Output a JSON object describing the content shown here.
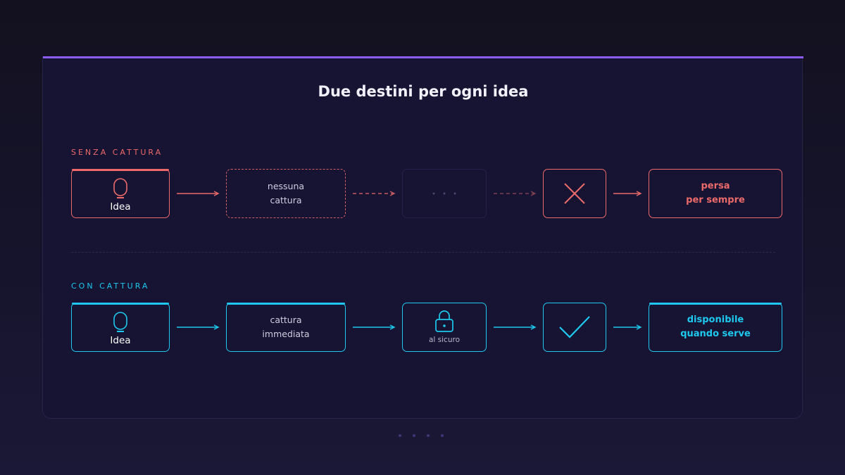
{
  "title": "Due destini per ogni idea",
  "colors": {
    "accent": "#8a5cf0",
    "negative": "#ec6a6a",
    "positive": "#1ec8ee",
    "muted": "#2e2b52"
  },
  "rows": [
    {
      "label": "SENZA CATTURA",
      "nodes": [
        {
          "icon": "lightbulb-icon",
          "text": "Idea"
        },
        {
          "text": "nessuna\ncattura",
          "style": "dashed"
        },
        {
          "text": "...",
          "style": "muted"
        },
        {
          "icon": "x-mark-icon"
        },
        {
          "text": "persa\nper sempre"
        }
      ]
    },
    {
      "label": "CON CATTURA",
      "nodes": [
        {
          "icon": "lightbulb-icon",
          "text": "Idea"
        },
        {
          "text": "cattura\nimmediata"
        },
        {
          "icon": "lock-icon",
          "text": "al sicuro"
        },
        {
          "icon": "checkmark-icon"
        },
        {
          "text": "disponibile\nquando serve"
        }
      ]
    }
  ],
  "pagination": {
    "count": 4
  }
}
